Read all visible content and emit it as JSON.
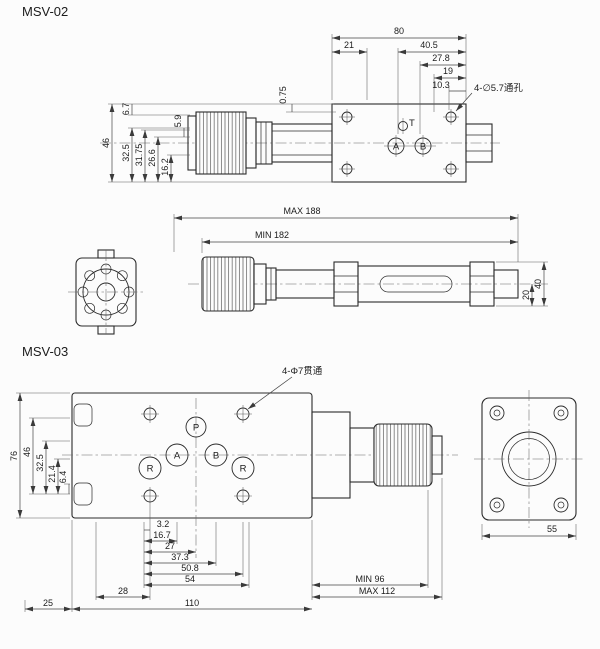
{
  "titles": {
    "msv02": "MSV-02",
    "msv03": "MSV-03"
  },
  "msv02": {
    "top_dims": {
      "w80": "80",
      "w21": "21",
      "w40_5": "40.5",
      "w27_8": "27.8",
      "w19": "19",
      "w10_3": "10.3",
      "h0_75": "0.75",
      "hole_note": "4-∅5.7通孔"
    },
    "left_dims": {
      "h46": "46",
      "h32_5": "32.5",
      "h31_75": "31.75",
      "h26_6": "26.6",
      "h16_2": "16.2",
      "h5_9": "5.9",
      "h6_7": "6.7"
    },
    "ports": {
      "t": "T",
      "a": "A",
      "b": "B"
    },
    "side_dims": {
      "max": "MAX 188",
      "min": "MIN 182",
      "h20": "20",
      "h40": "40"
    }
  },
  "msv03": {
    "hole_note": "4-Φ7贯通",
    "ports": {
      "p": "P",
      "a": "A",
      "b": "B",
      "r1": "R",
      "r2": "R"
    },
    "left_dims": {
      "h76": "76",
      "h46": "46",
      "h32_5": "32.5",
      "h21_4": "21.4",
      "h6_4": "6.4"
    },
    "bottom_dims": {
      "w3_2": "3.2",
      "w16_7": "16.7",
      "w27": "27",
      "w37_3": "37.3",
      "w50_8": "50.8",
      "w54": "54",
      "w28": "28",
      "w110": "110",
      "w25": "25",
      "min": "MIN 96",
      "max": "MAX 112"
    },
    "end_dims": {
      "w55": "55"
    }
  }
}
